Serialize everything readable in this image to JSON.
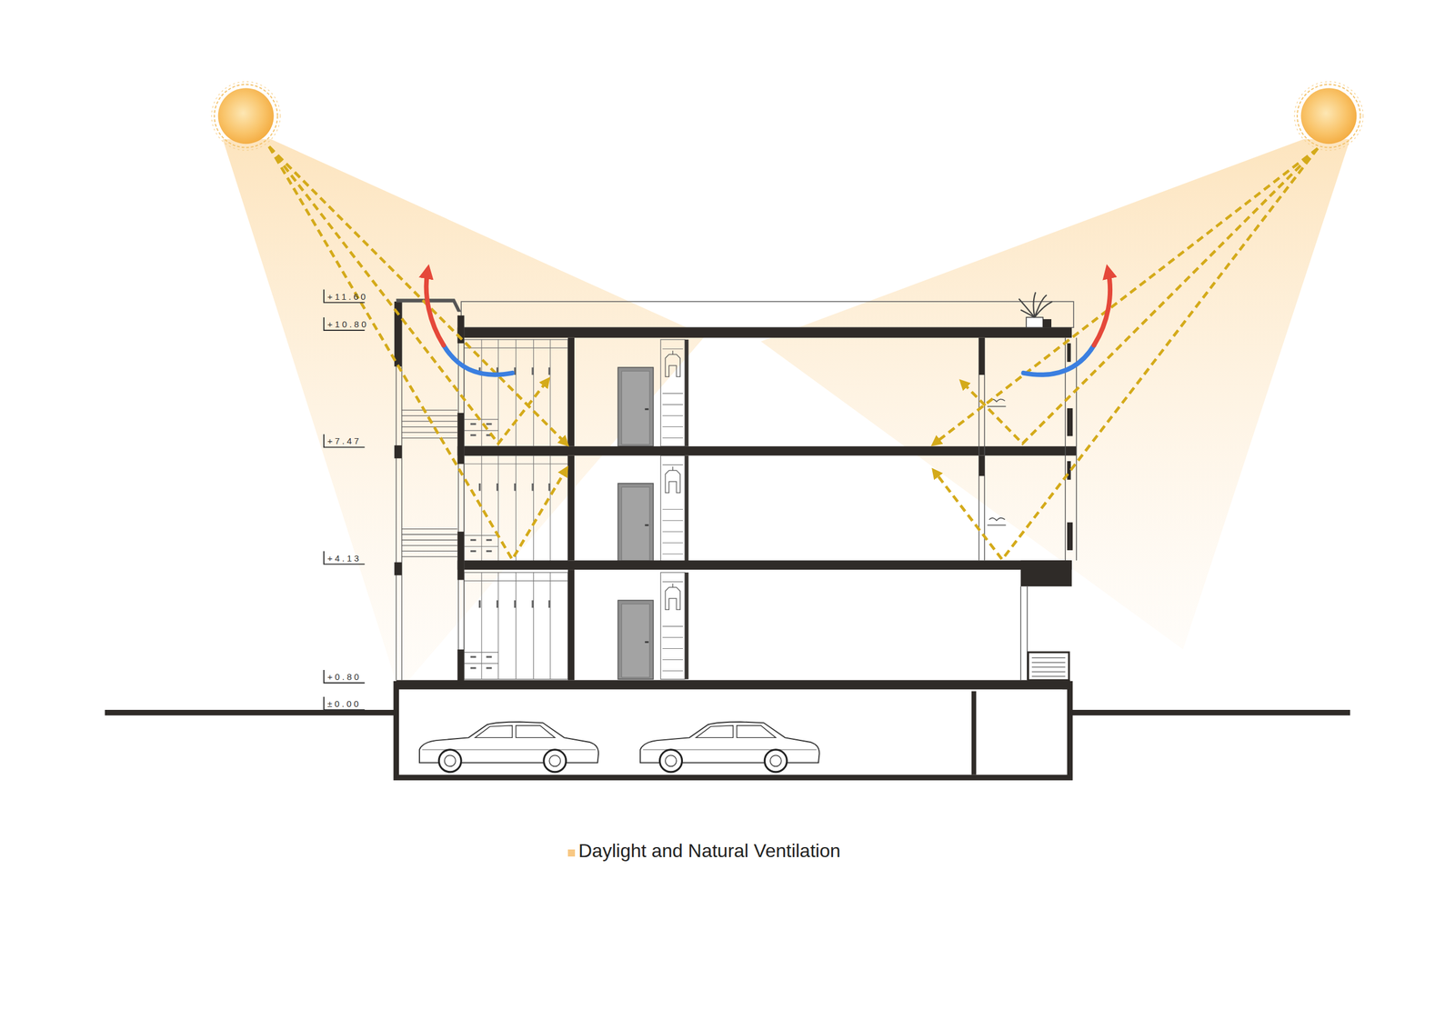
{
  "diagram": {
    "labels": [
      "+11.60",
      "+10.80",
      "+7.47",
      "+4.13",
      "+0.80",
      "±0.00"
    ],
    "legend": [
      {
        "text": "Daylight and Natural Ventilation",
        "color": "#f8c883"
      }
    ]
  }
}
